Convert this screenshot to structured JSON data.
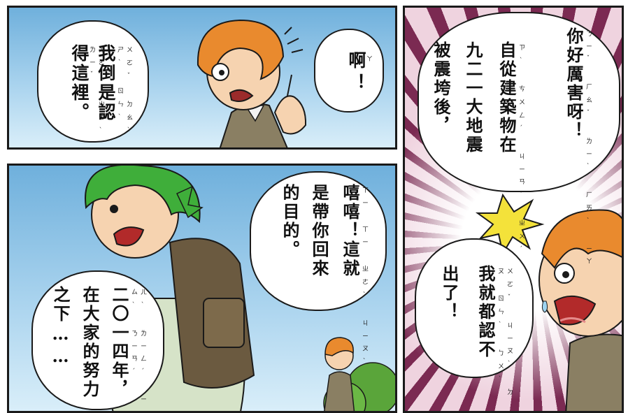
{
  "panels": {
    "top_left": {
      "bubble_left": [
        "我倒是認",
        "得這裡。"
      ],
      "bubble_right": [
        "啊",
        "！"
      ]
    },
    "bottom_left": {
      "bubble_right": [
        "嘻嘻！這就",
        "是帶你回來",
        "的目的。"
      ],
      "bubble_bottom": [
        "二〇一四年，",
        "在大家的努力",
        "之下……"
      ]
    },
    "right": {
      "bubble_top": [
        "你好厲害呀！",
        "自從建築物在",
        "九二一大地震",
        "被震垮後，"
      ],
      "bubble_bottom": [
        "我就都認不",
        "出了！"
      ]
    }
  },
  "colors": {
    "sky": "#8cc3e6",
    "hair_orange": "#e98a2e",
    "hair_green": "#3fae3a",
    "shirt_brown": "#8a7f63",
    "speed_lines": "#7b2a52",
    "impact_yellow": "#f4e23a"
  }
}
